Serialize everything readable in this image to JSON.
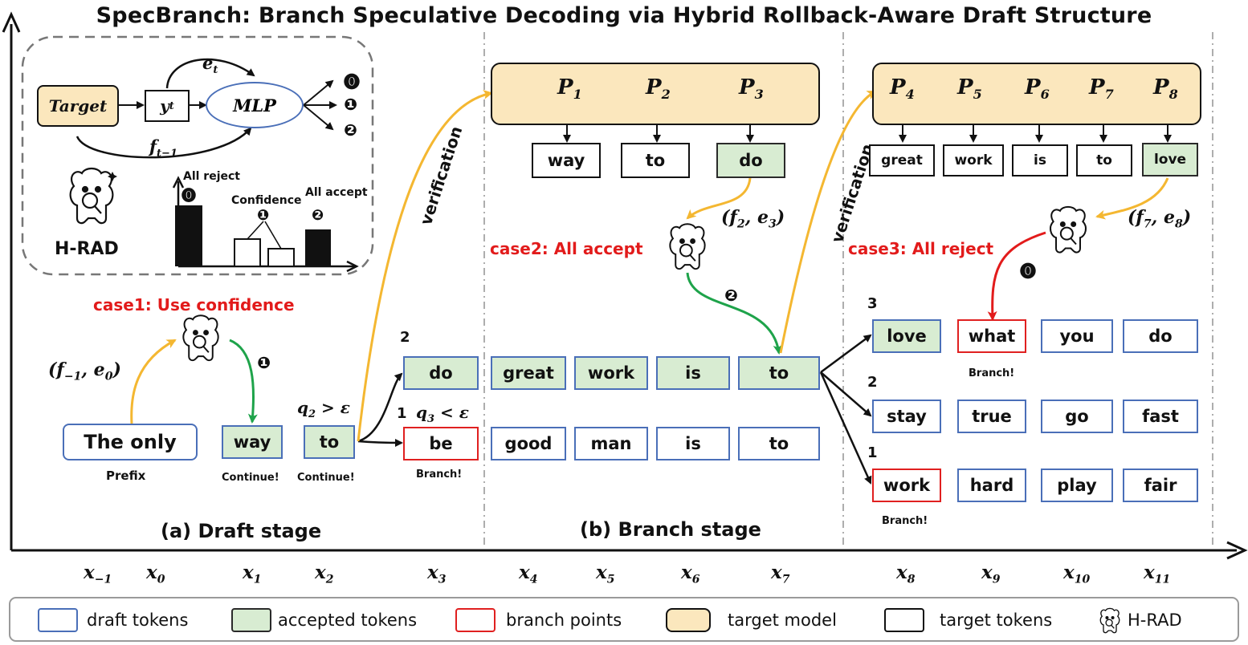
{
  "title": "SpecBranch: Branch Speculative Decoding via Hybrid Rollback-Aware Draft Structure",
  "hrad_panel": {
    "target_label": "Target",
    "y_label": "y",
    "y_sub": "t",
    "e_label": "e",
    "e_sub": "t",
    "f_label": "f",
    "f_sub": "t−1",
    "mlp_label": "MLP",
    "outputs": [
      "⓿",
      "❶",
      "❷"
    ],
    "name": "H-RAD",
    "bar_labels": {
      "all_reject": "All reject",
      "confidence": "Confidence",
      "all_accept": "All accept"
    },
    "bar_markers": [
      "⓿",
      "❶",
      "❷"
    ]
  },
  "draft_stage": {
    "case_label": "case1: Use confidence",
    "input_math": "(f",
    "input_sub1": "−1",
    "input_mid": ", e",
    "input_sub2": "0",
    "input_end": ")",
    "marker": "❶",
    "prefix_token": "The only",
    "prefix_caption": "Prefix",
    "tokens": [
      {
        "text": "way",
        "caption": "Continue!"
      },
      {
        "text": "to",
        "caption": "Continue!"
      }
    ],
    "q2_label": "q",
    "q2_sub": "2",
    "q2_rel": " > ε",
    "stage_label": "(a) Draft stage"
  },
  "branch_stage": {
    "rank_2": "2",
    "rank_1": "1",
    "q3_label": "q",
    "q3_sub": "3",
    "q3_rel": " < ε",
    "branch_caption": "Branch!",
    "top_row": [
      "do",
      "great",
      "work",
      "is",
      "to"
    ],
    "bottom_row": [
      "be",
      "good",
      "man",
      "is",
      "to"
    ],
    "verification_label": "verification",
    "target_P": [
      {
        "p": "P",
        "s": "1"
      },
      {
        "p": "P",
        "s": "2"
      },
      {
        "p": "P",
        "s": "3"
      }
    ],
    "target_tokens": [
      "way",
      "to",
      "do"
    ],
    "case_label": "case2: All accept",
    "feat_label": "(f",
    "feat_sub1": "2",
    "feat_mid": ", e",
    "feat_sub2": "3",
    "feat_end": ")",
    "marker": "❷",
    "stage_label": "(b) Branch stage"
  },
  "third_stage": {
    "verification_label": "verification",
    "target_P": [
      {
        "p": "P",
        "s": "4"
      },
      {
        "p": "P",
        "s": "5"
      },
      {
        "p": "P",
        "s": "6"
      },
      {
        "p": "P",
        "s": "7"
      },
      {
        "p": "P",
        "s": "8"
      }
    ],
    "target_tokens": [
      "great",
      "work",
      "is",
      "to",
      "love"
    ],
    "feat_label": "(f",
    "feat_sub1": "7",
    "feat_mid": ", e",
    "feat_sub2": "8",
    "feat_end": ")",
    "case_label": "case3: All reject",
    "marker": "⓿",
    "ranks": [
      "3",
      "2",
      "1"
    ],
    "rows": [
      [
        "love",
        "what",
        "you",
        "do"
      ],
      [
        "stay",
        "true",
        "go",
        "fast"
      ],
      [
        "work",
        "hard",
        "play",
        "fair"
      ]
    ],
    "branch_caption_1": "Branch!",
    "branch_caption_2": "Branch!"
  },
  "x_axis": [
    {
      "b": "x",
      "s": "−1"
    },
    {
      "b": "x",
      "s": "0"
    },
    {
      "b": "x",
      "s": "1"
    },
    {
      "b": "x",
      "s": "2"
    },
    {
      "b": "x",
      "s": "3"
    },
    {
      "b": "x",
      "s": "4"
    },
    {
      "b": "x",
      "s": "5"
    },
    {
      "b": "x",
      "s": "6"
    },
    {
      "b": "x",
      "s": "7"
    },
    {
      "b": "x",
      "s": "8"
    },
    {
      "b": "x",
      "s": "9"
    },
    {
      "b": "x",
      "s": "10"
    },
    {
      "b": "x",
      "s": "11"
    }
  ],
  "legend": {
    "draft": "draft tokens",
    "accepted": "accepted tokens",
    "branch": "branch points",
    "target_model": "target model",
    "target_tokens": "target tokens",
    "hrad": "H-RAD"
  },
  "colors": {
    "draft_border": "#4a6fb8",
    "accepted_fill": "#d8ecd2",
    "branch_border": "#e02020",
    "target_fill": "#fbe7bd",
    "arrow_yellow": "#f4b731",
    "arrow_green": "#1ea34a",
    "arrow_red": "#e21b1b"
  }
}
